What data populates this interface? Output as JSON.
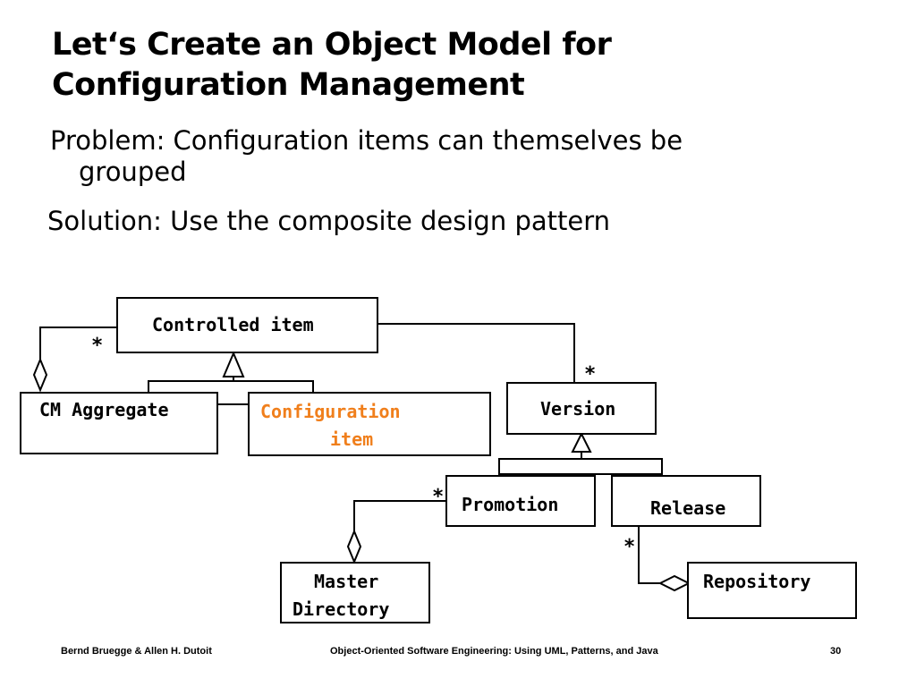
{
  "slide": {
    "title_line1": "Let‘s Create an Object Model for",
    "title_line2": "Configuration Management",
    "bullets": [
      {
        "line1": "Problem: Configuration items can themselves be",
        "line2": "grouped"
      },
      {
        "line1": "Solution: Use the composite design pattern"
      }
    ]
  },
  "diagram": {
    "classes": {
      "controlled_item": "Controlled item",
      "cm_aggregate": "CM Aggregate",
      "configuration_item_line1": "Configuration",
      "configuration_item_line2": "item",
      "version": "Version",
      "promotion": "Promotion",
      "release": "Release",
      "master_directory_line1": "Master",
      "master_directory_line2": "Directory",
      "repository": "Repository"
    },
    "multiplicities": {
      "aggregate_children": "*",
      "controlled_item_versions": "*",
      "master_directory_promotions": "*",
      "repository_releases": "*"
    },
    "colors": {
      "highlight": "#f07f1c",
      "line": "#000000"
    }
  },
  "footer": {
    "authors": "Bernd Bruegge & Allen H. Dutoit",
    "book": "Object-Oriented Software Engineering: Using UML, Patterns, and Java",
    "page_number": "30"
  }
}
